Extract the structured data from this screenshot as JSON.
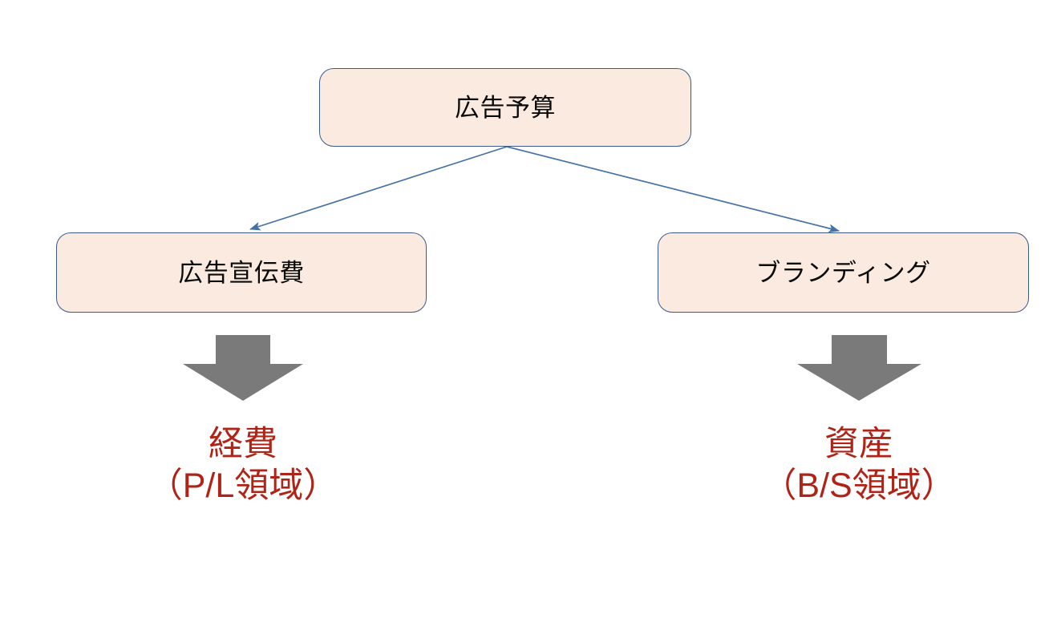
{
  "diagram": {
    "title_node": {
      "label": "広告予算",
      "name": "advertising-budget"
    },
    "branches": [
      {
        "name": "advertising-expenses",
        "label": "広告宣伝費",
        "outcome_title": "経費",
        "outcome_subtitle": "（P/L領域）"
      },
      {
        "name": "branding",
        "label": "ブランディング",
        "outcome_title": "資産",
        "outcome_subtitle": "（B/S領域）"
      }
    ],
    "colors": {
      "box_fill": "#FAEAE0",
      "box_border": "#3A5A8C",
      "connector_line": "#4472A8",
      "down_arrow": "#7A7A7A",
      "outcome_text": "#B02418",
      "node_text": "#0A0A0A",
      "background": "#FFFFFF"
    },
    "icons": {
      "down_arrow": "arrow-down-block-icon",
      "connector_arrowhead": "arrowhead-icon"
    }
  }
}
